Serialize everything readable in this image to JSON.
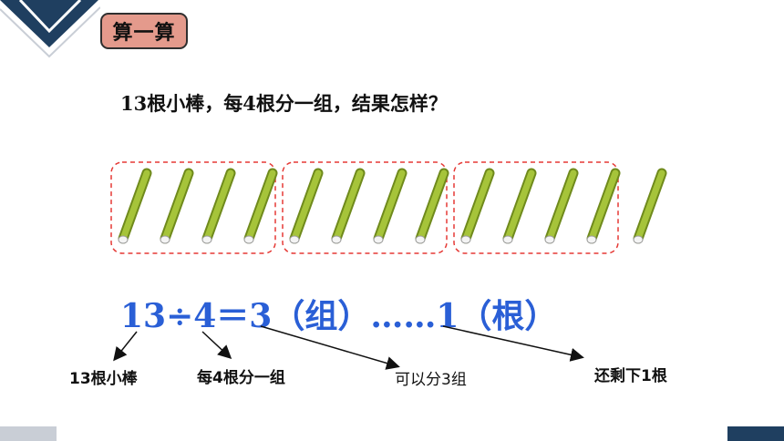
{
  "badge": {
    "text": "算一算",
    "color": "#e49a8c"
  },
  "question": "13根小棒，每4根分一组，结果怎样？",
  "sticks": {
    "total": 13,
    "per_group": 4,
    "groups": 3,
    "remainder": 1,
    "stick_color": "#a6c43a",
    "group_border_color": "#e53935"
  },
  "equation": "13÷4＝3（组）……1（根）",
  "labels": {
    "dividend": "13根小棒",
    "divisor": "每4根分一组",
    "quotient": "可以分3组",
    "remainder": "还剩下1根"
  },
  "colors": {
    "equation": "#2a5fd6",
    "corner": "#1f3f60",
    "corner_accent": "#c9ced6"
  }
}
